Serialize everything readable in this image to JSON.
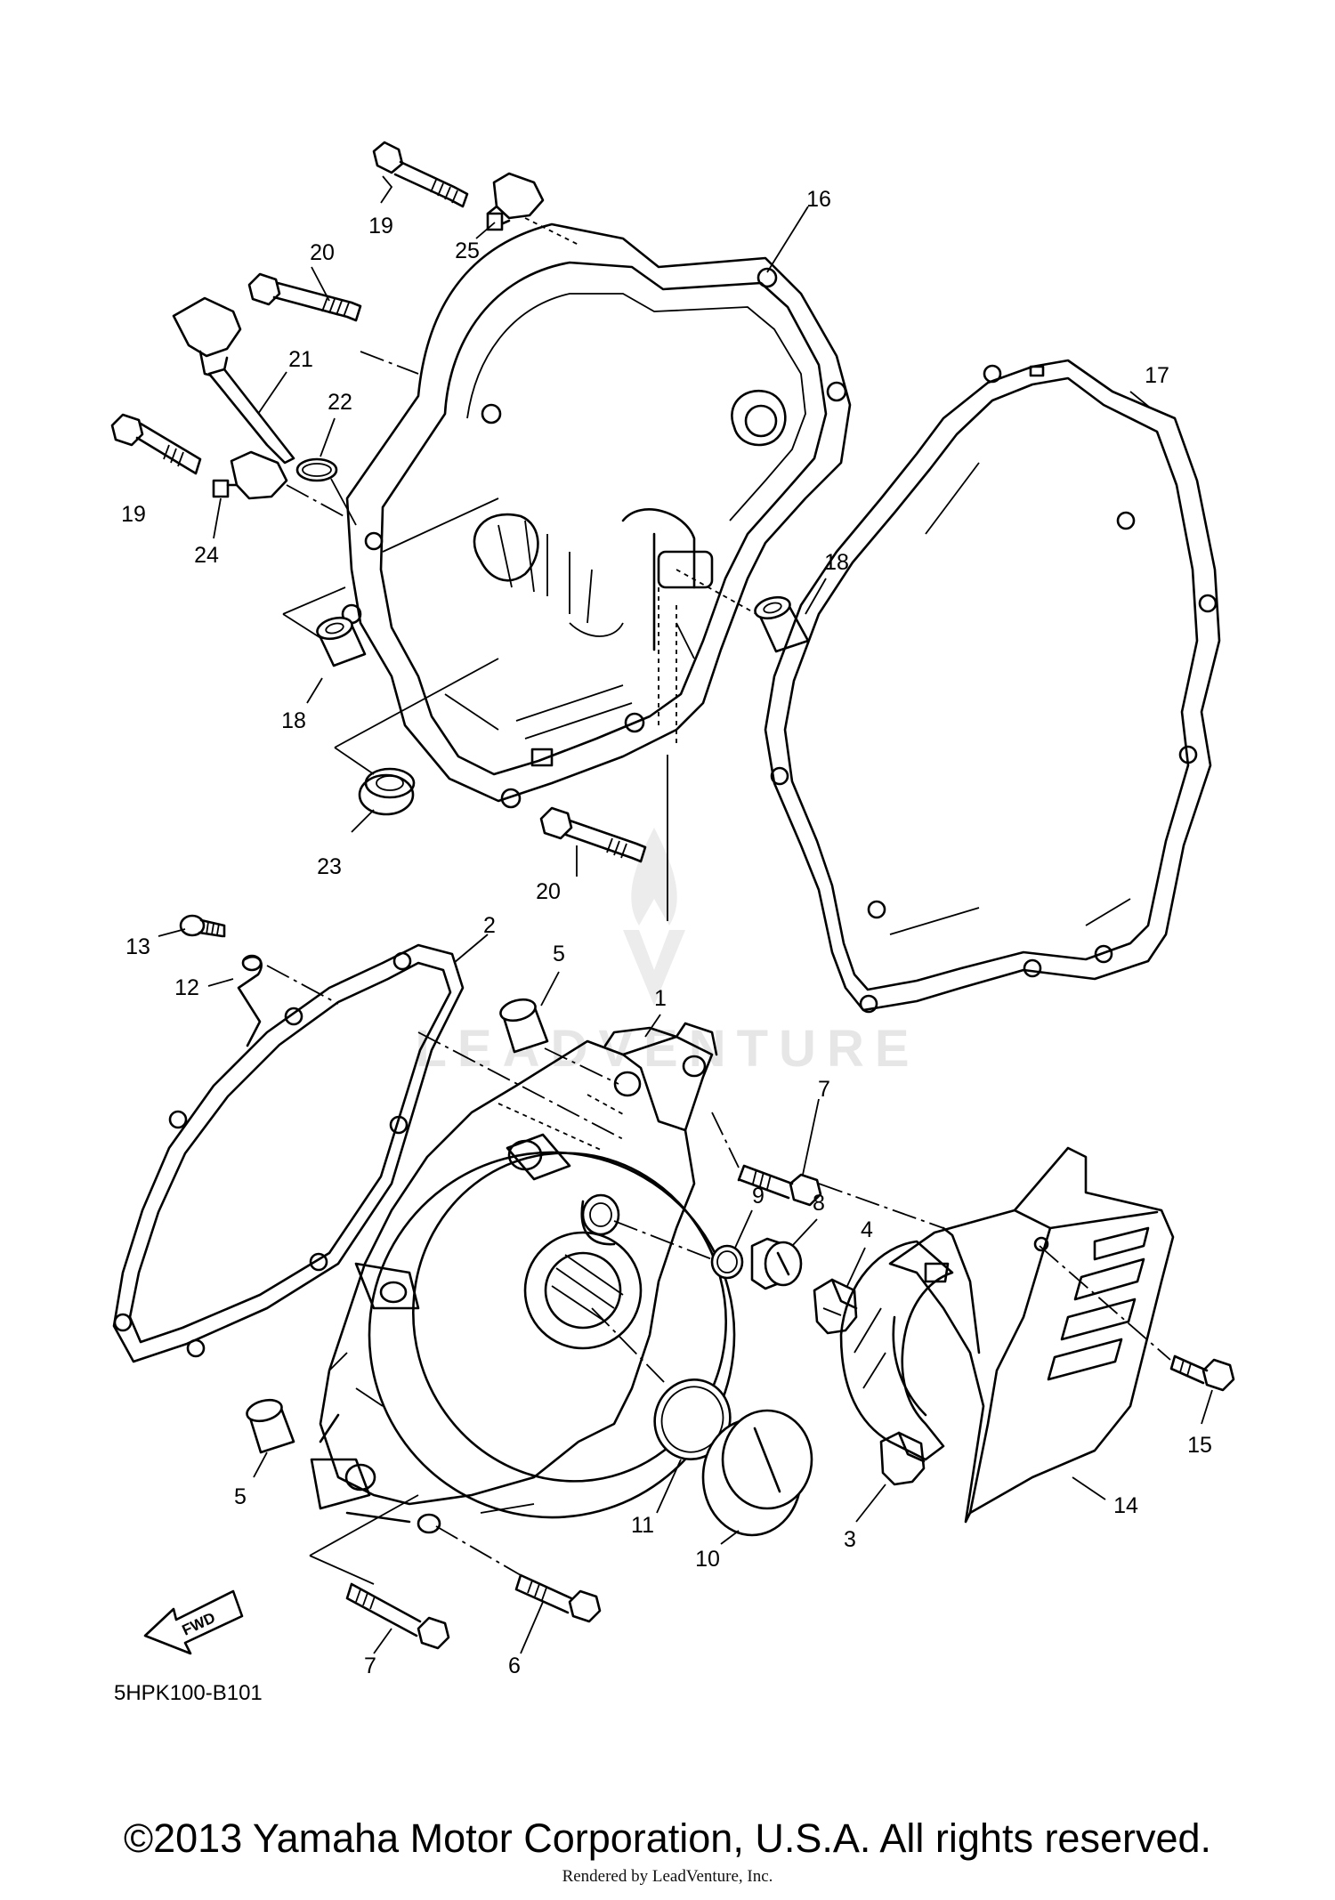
{
  "diagram": {
    "callouts": {
      "c1": "1",
      "c2": "2",
      "c3": "3",
      "c4": "4",
      "c5a": "5",
      "c5b": "5",
      "c6": "6",
      "c7a": "7",
      "c7b": "7",
      "c8": "8",
      "c9": "9",
      "c10": "10",
      "c11": "11",
      "c12": "12",
      "c13": "13",
      "c14": "14",
      "c15": "15",
      "c16": "16",
      "c17": "17",
      "c18a": "18",
      "c18b": "18",
      "c19a": "19",
      "c19b": "19",
      "c20a": "20",
      "c20b": "20",
      "c21": "21",
      "c22": "22",
      "c23": "23",
      "c24": "24",
      "c25": "25"
    },
    "direction_label": "FWD",
    "diagram_code": "5HPK100-B101",
    "watermark": "LEADVENTURE"
  },
  "footer": {
    "copyright": "©2013 Yamaha Motor Corporation, U.S.A. All rights reserved.",
    "rendered_by": "Rendered by LeadVenture, Inc."
  }
}
